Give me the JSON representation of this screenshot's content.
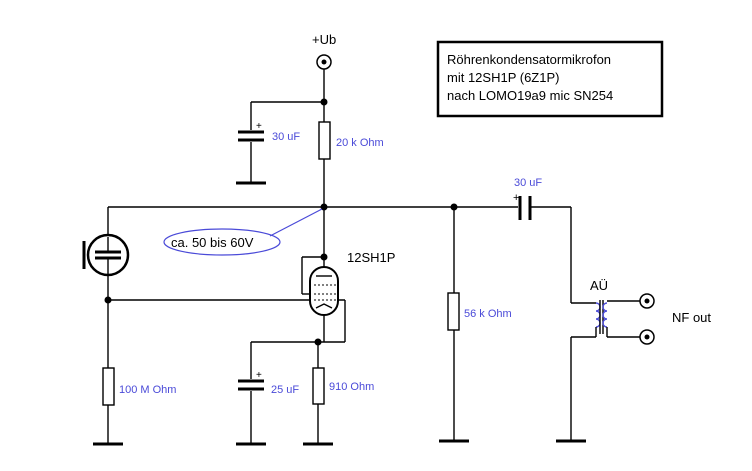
{
  "title_box": {
    "line1": "Röhrenkondensatormikrofon",
    "line2": "mit 12SH1P (6Z1P)",
    "line3": "nach LOMO19a9 mic SN254"
  },
  "supply_label": "+Ub",
  "tube_label": "12SH1P",
  "voltage_note": "ca. 50 bis 60V",
  "transformer_label": "AÜ",
  "output_label": "NF out",
  "components": {
    "c_supply": "30 uF",
    "r_anode": "20 k Ohm",
    "c_coupling": "30 uF",
    "r_load": "56 k Ohm",
    "r_grid": "100 M Ohm",
    "c_cathode": "25 uF",
    "r_cathode": "910  Ohm"
  },
  "colors": {
    "value_labels": "#4a4ad8",
    "annotation_ellipse": "#4a4ad8",
    "lines": "#000000"
  }
}
